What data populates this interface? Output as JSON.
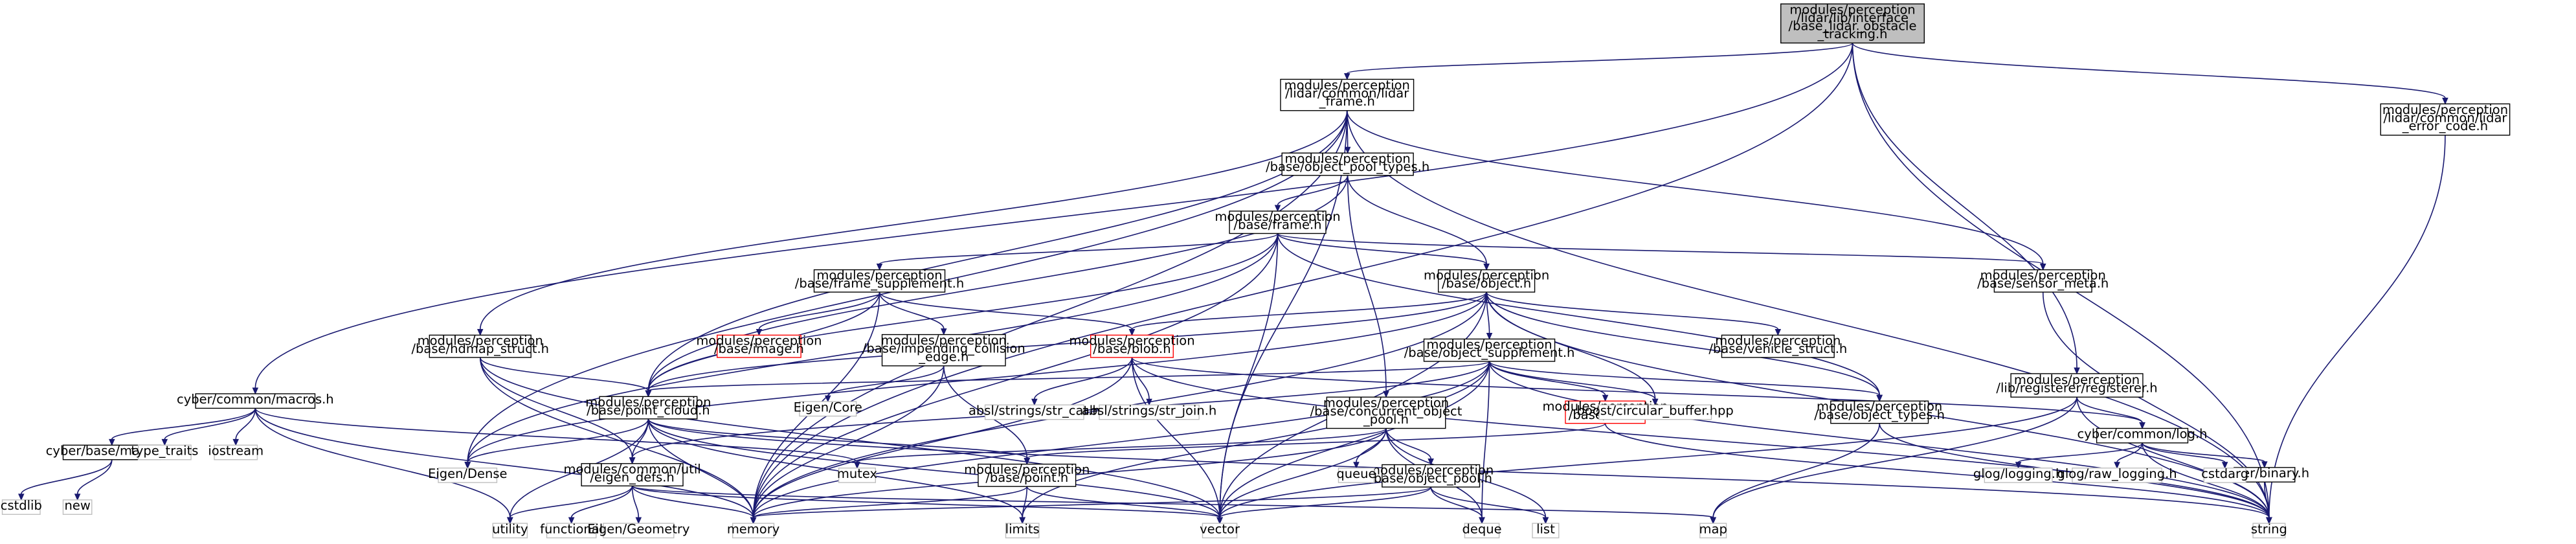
{
  "nodes": [
    {
      "id": "root",
      "label": "modules/perception\n/lidar/lib/interface\n/base_lidar_obstacle\n_tracking.h",
      "style": "root"
    },
    {
      "id": "lidar_frame",
      "label": "modules/perception\n/lidar/common/lidar\n_frame.h",
      "style": "normal"
    },
    {
      "id": "cyber_macros",
      "label": "cyber/common/macros.h",
      "style": "normal"
    },
    {
      "id": "lidar_error",
      "label": "modules/perception\n/lidar/common/lidar\n_error_code.h",
      "style": "normal"
    },
    {
      "id": "registerer",
      "label": "modules/perception\n/lib/registerer/registerer.h",
      "style": "normal"
    },
    {
      "id": "object_pool_types",
      "label": "modules/perception\n/base/object_pool_types.h",
      "style": "normal"
    },
    {
      "id": "frame",
      "label": "modules/perception\n/base/frame.h",
      "style": "normal"
    },
    {
      "id": "object",
      "label": "modules/perception\n/base/object.h",
      "style": "normal"
    },
    {
      "id": "sensor_meta",
      "label": "modules/perception\n/base/sensor_meta.h",
      "style": "normal"
    },
    {
      "id": "frame_supplement",
      "label": "modules/perception\n/base/frame_supplement.h",
      "style": "normal"
    },
    {
      "id": "hdmap_struct",
      "label": "modules/perception\n/base/hdmap_struct.h",
      "style": "normal"
    },
    {
      "id": "image",
      "label": "modules/perception\n/base/image.h",
      "style": "red"
    },
    {
      "id": "impending",
      "label": "modules/perception\n/base/impending_collision\n_edge.h",
      "style": "normal"
    },
    {
      "id": "blob",
      "label": "modules/perception\n/base/blob.h",
      "style": "red"
    },
    {
      "id": "object_supplement",
      "label": "modules/perception\n/base/object_supplement.h",
      "style": "normal"
    },
    {
      "id": "vehicle_struct",
      "label": "modules/perception\n/base/vehicle_struct.h",
      "style": "normal"
    },
    {
      "id": "point_cloud",
      "label": "modules/perception\n/base/point_cloud.h",
      "style": "normal"
    },
    {
      "id": "concurrent_pool",
      "label": "modules/perception\n/base/concurrent_object\n_pool.h",
      "style": "normal"
    },
    {
      "id": "box",
      "label": "modules/perception\n/base/box.h",
      "style": "red"
    },
    {
      "id": "object_types",
      "label": "modules/perception\n/base/object_types.h",
      "style": "normal"
    },
    {
      "id": "cyber_log",
      "label": "cyber/common/log.h",
      "style": "normal"
    },
    {
      "id": "base_macros",
      "label": "cyber/base/macros.h",
      "style": "normal"
    },
    {
      "id": "eigen_defs",
      "label": "modules/common/util\n/eigen_defs.h",
      "style": "normal"
    },
    {
      "id": "point",
      "label": "modules/perception\n/base/point.h",
      "style": "normal"
    },
    {
      "id": "object_pool",
      "label": "modules/perception\n/base/object_pool.h",
      "style": "normal"
    },
    {
      "id": "cyber_binary",
      "label": "cyber/binary.h",
      "style": "normal"
    },
    {
      "id": "eigen_dense",
      "label": "Eigen/Dense",
      "style": "ext"
    },
    {
      "id": "eigen_core",
      "label": "Eigen/Core",
      "style": "ext"
    },
    {
      "id": "str_cat",
      "label": "absl/strings/str_cat.h",
      "style": "ext"
    },
    {
      "id": "str_join",
      "label": "absl/strings/str_join.h",
      "style": "ext"
    },
    {
      "id": "boost_cb",
      "label": "boost/circular_buffer.hpp",
      "style": "ext"
    },
    {
      "id": "mutex",
      "label": "mutex",
      "style": "ext"
    },
    {
      "id": "queue",
      "label": "queue",
      "style": "ext"
    },
    {
      "id": "type_traits",
      "label": "type_traits",
      "style": "ext"
    },
    {
      "id": "iostream",
      "label": "iostream",
      "style": "ext"
    },
    {
      "id": "cstdlib",
      "label": "cstdlib",
      "style": "ext"
    },
    {
      "id": "new",
      "label": "new",
      "style": "ext"
    },
    {
      "id": "utility",
      "label": "utility",
      "style": "ext"
    },
    {
      "id": "functional",
      "label": "functional",
      "style": "ext"
    },
    {
      "id": "eigen_geometry",
      "label": "Eigen/Geometry",
      "style": "ext"
    },
    {
      "id": "memory",
      "label": "memory",
      "style": "ext"
    },
    {
      "id": "limits",
      "label": "limits",
      "style": "ext"
    },
    {
      "id": "vector",
      "label": "vector",
      "style": "ext"
    },
    {
      "id": "deque",
      "label": "deque",
      "style": "ext"
    },
    {
      "id": "list",
      "label": "list",
      "style": "ext"
    },
    {
      "id": "map",
      "label": "map",
      "style": "ext"
    },
    {
      "id": "string",
      "label": "string",
      "style": "ext"
    },
    {
      "id": "glog_logging",
      "label": "glog/logging.h",
      "style": "ext"
    },
    {
      "id": "glog_raw",
      "label": "glog/raw_logging.h",
      "style": "ext"
    },
    {
      "id": "cstdarg",
      "label": "cstdarg",
      "style": "ext"
    }
  ],
  "edges": [
    [
      "root",
      "lidar_frame"
    ],
    [
      "root",
      "cyber_macros"
    ],
    [
      "root",
      "lidar_error"
    ],
    [
      "root",
      "registerer"
    ],
    [
      "root",
      "memory"
    ],
    [
      "root",
      "string"
    ],
    [
      "lidar_frame",
      "object_pool_types"
    ],
    [
      "lidar_frame",
      "hdmap_struct"
    ],
    [
      "lidar_frame",
      "point_cloud"
    ],
    [
      "lidar_frame",
      "sensor_meta"
    ],
    [
      "lidar_frame",
      "eigen_dense"
    ],
    [
      "lidar_frame",
      "memory"
    ],
    [
      "lidar_frame",
      "vector"
    ],
    [
      "lidar_frame",
      "string"
    ],
    [
      "object_pool_types",
      "frame"
    ],
    [
      "object_pool_types",
      "object"
    ],
    [
      "object_pool_types",
      "concurrent_pool"
    ],
    [
      "object_pool_types",
      "point_cloud"
    ],
    [
      "frame",
      "frame_supplement"
    ],
    [
      "frame",
      "object"
    ],
    [
      "frame",
      "sensor_meta"
    ],
    [
      "frame",
      "point_cloud"
    ],
    [
      "frame",
      "object_types"
    ],
    [
      "frame",
      "eigen_dense"
    ],
    [
      "frame",
      "memory"
    ],
    [
      "frame",
      "vector"
    ],
    [
      "object",
      "object_supplement"
    ],
    [
      "object",
      "vehicle_struct"
    ],
    [
      "object",
      "object_types"
    ],
    [
      "object",
      "point_cloud"
    ],
    [
      "object",
      "blob"
    ],
    [
      "object",
      "boost_cb"
    ],
    [
      "object",
      "eigen_dense"
    ],
    [
      "object",
      "memory"
    ],
    [
      "object",
      "string"
    ],
    [
      "object",
      "vector"
    ],
    [
      "sensor_meta",
      "string"
    ],
    [
      "frame_supplement",
      "image"
    ],
    [
      "frame_supplement",
      "impending"
    ],
    [
      "frame_supplement",
      "blob"
    ],
    [
      "frame_supplement",
      "point_cloud"
    ],
    [
      "frame_supplement",
      "memory"
    ],
    [
      "hdmap_struct",
      "point_cloud"
    ],
    [
      "hdmap_struct",
      "eigen_defs"
    ],
    [
      "hdmap_struct",
      "memory"
    ],
    [
      "hdmap_struct",
      "vector"
    ],
    [
      "impending",
      "point"
    ],
    [
      "impending",
      "eigen_core"
    ],
    [
      "impending",
      "memory"
    ],
    [
      "blob",
      "str_cat"
    ],
    [
      "blob",
      "str_join"
    ],
    [
      "blob",
      "cyber_log"
    ],
    [
      "blob",
      "memory"
    ],
    [
      "blob",
      "string"
    ],
    [
      "blob",
      "vector"
    ],
    [
      "object_supplement",
      "box"
    ],
    [
      "object_supplement",
      "object_types"
    ],
    [
      "object_supplement",
      "point_cloud"
    ],
    [
      "object_supplement",
      "boost_cb"
    ],
    [
      "object_supplement",
      "eigen_defs"
    ],
    [
      "object_supplement",
      "memory"
    ],
    [
      "object_supplement",
      "string"
    ],
    [
      "object_supplement",
      "vector"
    ],
    [
      "object_supplement",
      "limits"
    ],
    [
      "object_supplement",
      "deque"
    ],
    [
      "point_cloud",
      "point"
    ],
    [
      "point_cloud",
      "eigen_defs"
    ],
    [
      "point_cloud",
      "eigen_dense"
    ],
    [
      "point_cloud",
      "memory"
    ],
    [
      "point_cloud",
      "utility"
    ],
    [
      "point_cloud",
      "vector"
    ],
    [
      "point_cloud",
      "string"
    ],
    [
      "point_cloud",
      "limits"
    ],
    [
      "concurrent_pool",
      "object_pool"
    ],
    [
      "concurrent_pool",
      "mutex"
    ],
    [
      "concurrent_pool",
      "queue"
    ],
    [
      "concurrent_pool",
      "memory"
    ],
    [
      "concurrent_pool",
      "vector"
    ],
    [
      "concurrent_pool",
      "deque"
    ],
    [
      "concurrent_pool",
      "list"
    ],
    [
      "box",
      "point"
    ],
    [
      "box",
      "string"
    ],
    [
      "object_types",
      "map"
    ],
    [
      "object_types",
      "string"
    ],
    [
      "registerer",
      "cyber_log"
    ],
    [
      "registerer",
      "map"
    ],
    [
      "registerer",
      "string"
    ],
    [
      "registerer",
      "vector"
    ],
    [
      "cyber_log",
      "glog_logging"
    ],
    [
      "cyber_log",
      "glog_raw"
    ],
    [
      "cyber_log",
      "cstdarg"
    ],
    [
      "cyber_log",
      "cyber_binary"
    ],
    [
      "cyber_log",
      "string"
    ],
    [
      "cyber_binary",
      "string"
    ],
    [
      "cyber_macros",
      "base_macros"
    ],
    [
      "cyber_macros",
      "type_traits"
    ],
    [
      "cyber_macros",
      "iostream"
    ],
    [
      "cyber_macros",
      "mutex"
    ],
    [
      "cyber_macros",
      "memory"
    ],
    [
      "cyber_macros",
      "utility"
    ],
    [
      "base_macros",
      "cstdlib"
    ],
    [
      "base_macros",
      "new"
    ],
    [
      "eigen_defs",
      "utility"
    ],
    [
      "eigen_defs",
      "functional"
    ],
    [
      "eigen_defs",
      "eigen_geometry"
    ],
    [
      "eigen_defs",
      "memory"
    ],
    [
      "eigen_defs",
      "vector"
    ],
    [
      "eigen_defs",
      "map"
    ],
    [
      "point",
      "memory"
    ],
    [
      "point",
      "limits"
    ],
    [
      "point",
      "vector"
    ],
    [
      "object_pool",
      "memory"
    ],
    [
      "object_pool",
      "vector"
    ],
    [
      "object_pool",
      "list"
    ],
    [
      "object_pool",
      "deque"
    ],
    [
      "lidar_error",
      "string"
    ]
  ]
}
